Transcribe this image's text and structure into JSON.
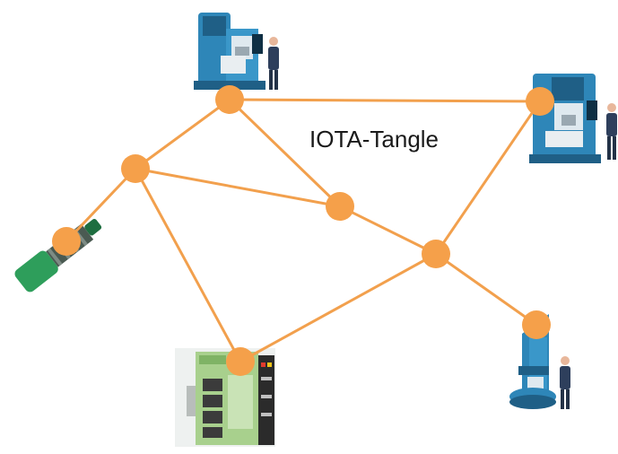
{
  "diagram": {
    "title": "IOTA-Tangle",
    "colors": {
      "edge": "#F2A04D",
      "node": "#F5A04A",
      "machine_body": "#2E86B8",
      "machine_dark": "#1F5F86",
      "plc_green": "#A8D08D",
      "sensor_green": "#2E9E5B"
    },
    "icons": [
      "cnc-machine-icon",
      "cnc-machine-icon",
      "proximity-sensor-icon",
      "plc-controller-icon",
      "press-machine-icon"
    ],
    "nodes": [
      "n1",
      "n2",
      "n3",
      "n4",
      "n5",
      "n6",
      "n7"
    ],
    "edges": [
      [
        "n1",
        "n2"
      ],
      [
        "n1",
        "n5"
      ],
      [
        "n1",
        "n6"
      ],
      [
        "n2",
        "n3"
      ],
      [
        "n2",
        "n4"
      ],
      [
        "n2",
        "n5"
      ],
      [
        "n3",
        "n7"
      ],
      [
        "n3",
        "n5"
      ],
      [
        "n3",
        "n6"
      ],
      [
        "n7",
        "n4"
      ],
      [
        "n5",
        "n6"
      ]
    ]
  }
}
